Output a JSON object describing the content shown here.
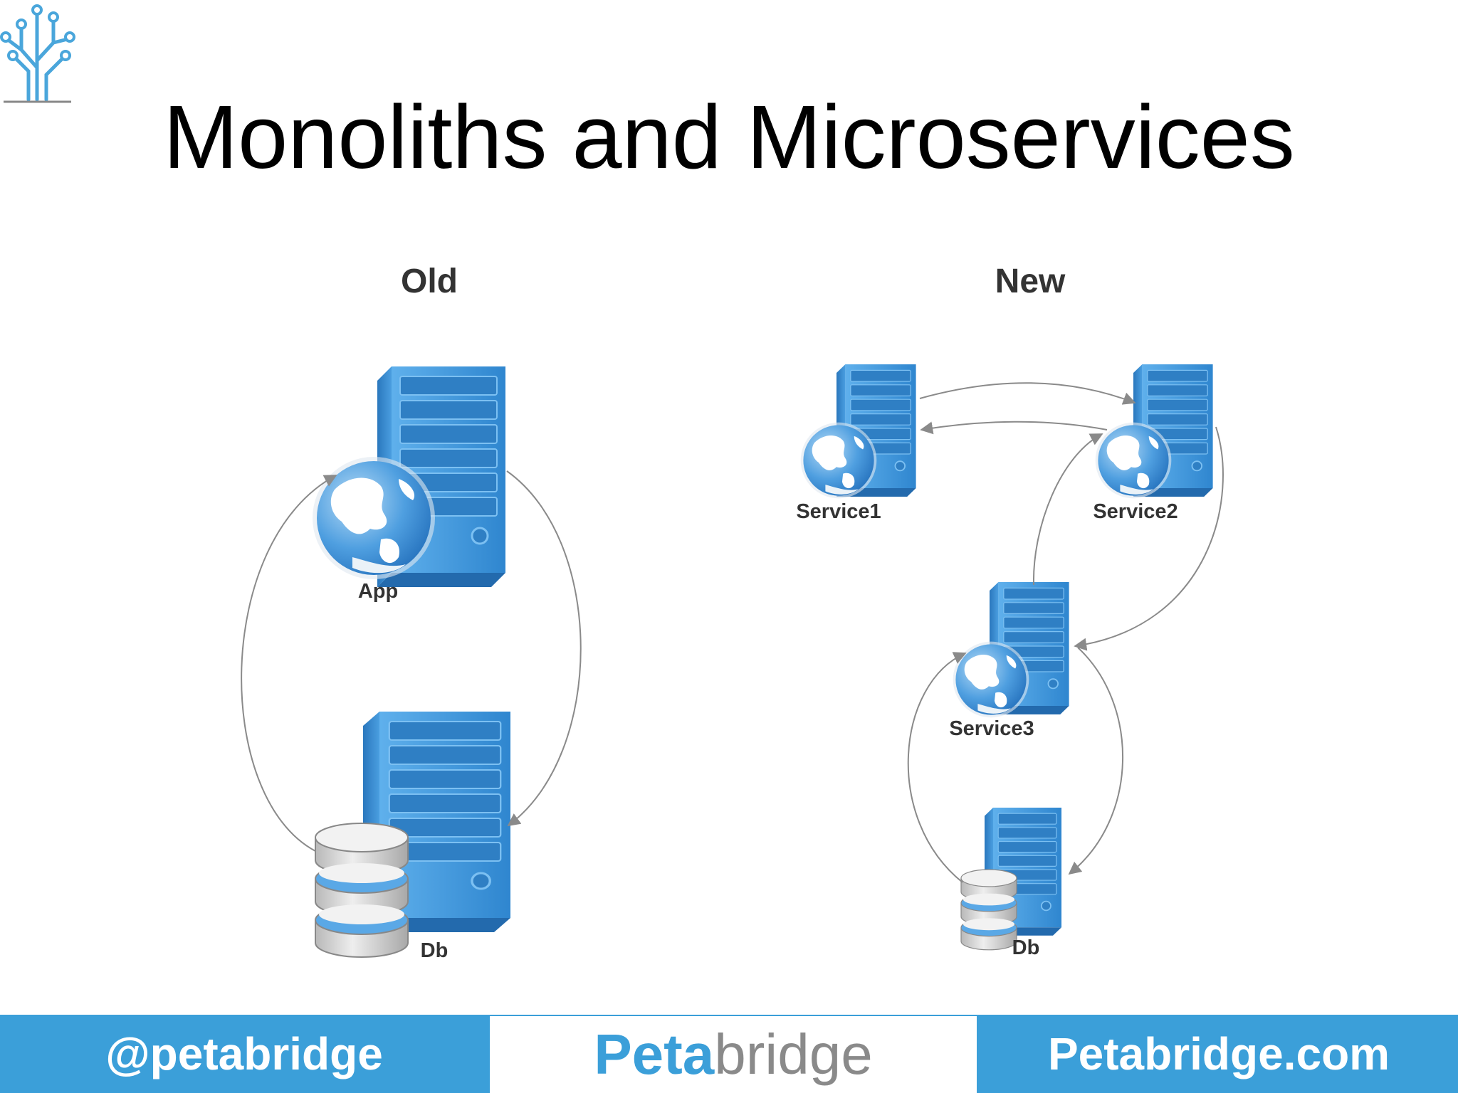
{
  "title": "Monoliths and Microservices",
  "columns": {
    "old": "Old",
    "new": "New"
  },
  "old_nodes": {
    "app": "App",
    "db": "Db"
  },
  "new_nodes": {
    "service1": "Service1",
    "service2": "Service2",
    "service3": "Service3",
    "db": "Db"
  },
  "footer": {
    "handle": "@petabridge",
    "brand_part1": "Peta",
    "brand_part2": "bridge",
    "website": "Petabridge.com"
  },
  "colors": {
    "server_blue": "#3b8fd4",
    "footer_blue": "#3b9fd9",
    "arrow": "#8a8a8a"
  },
  "icons": [
    "tree-logo-icon",
    "server-icon",
    "globe-icon",
    "database-icon"
  ]
}
